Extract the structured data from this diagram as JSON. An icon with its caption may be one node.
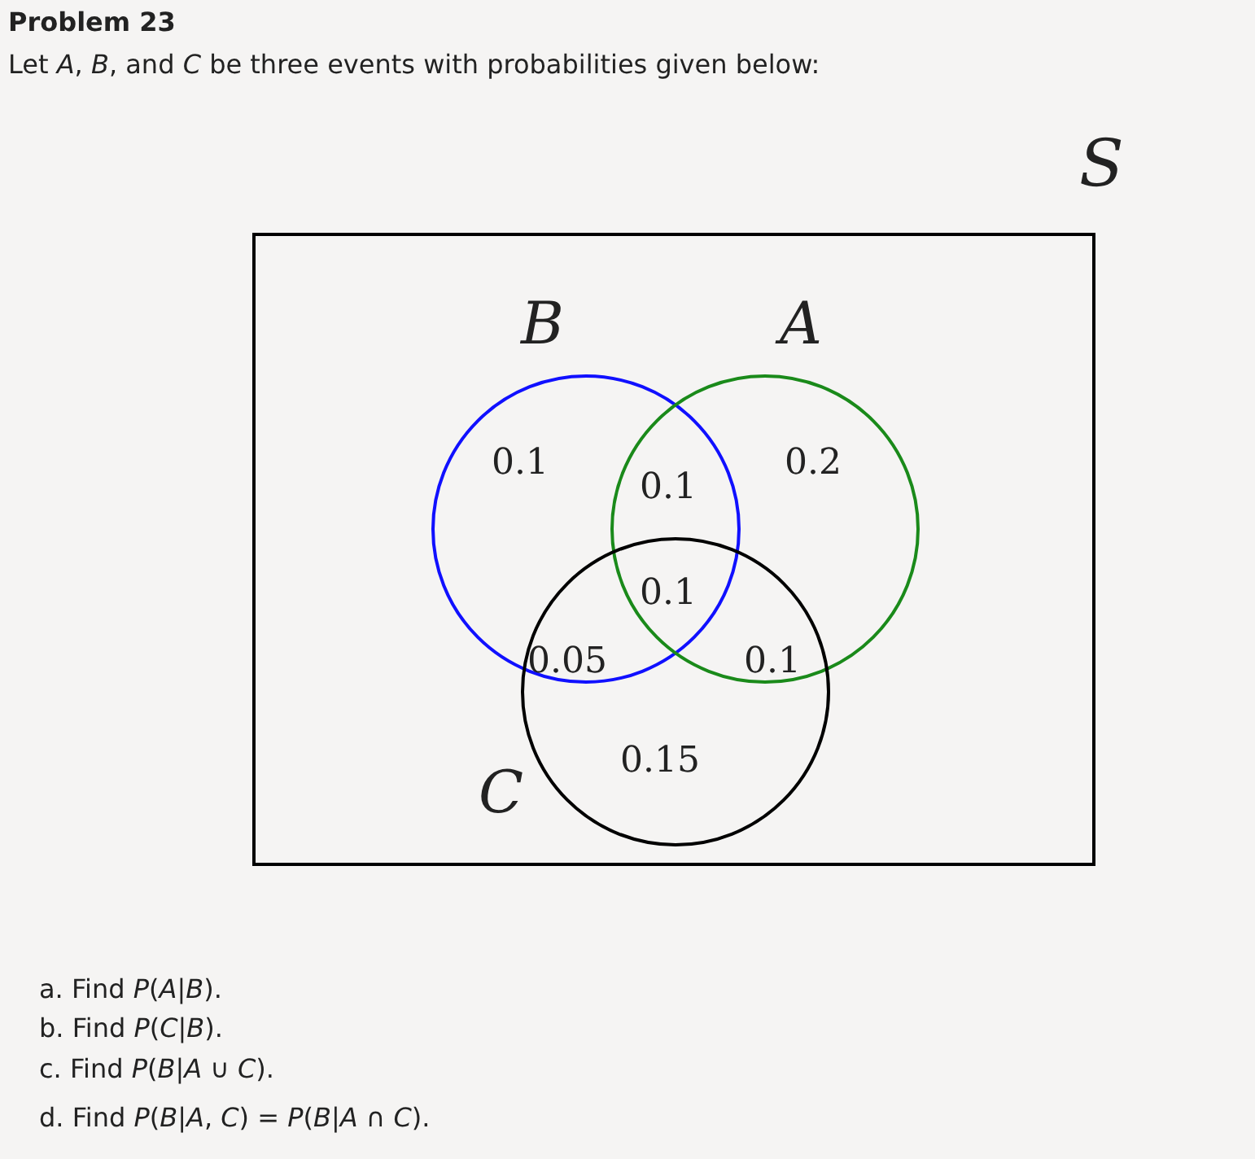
{
  "diagram": {
    "title": "Problem 23",
    "nodes": [
      {
        "text": [
          "S"
        ]
      },
      {
        "text": [
          "B"
        ],
        "in": 0
      },
      {
        "text": [
          "A"
        ],
        "in": 0
      },
      {
        "text": [
          "C"
        ],
        "in": 0
      }
    ],
    "labels": [
      "Let *A*, *B*, and *C* be three events with probabilities given below:",
      "0.1",
      "0.1",
      "0.2",
      "0.1",
      "0.05",
      "0.1",
      "0.15",
      "a. Find *P*(*A*|*B*).",
      "b. Find *P*(*C*|*B*).",
      "c. Find *P*(*B*|*A* ∪ *C*).",
      "d. Find *P*(*B*|*A*, *C*) = *P*(*B*|*A* ∩ *C*)."
    ]
  }
}
